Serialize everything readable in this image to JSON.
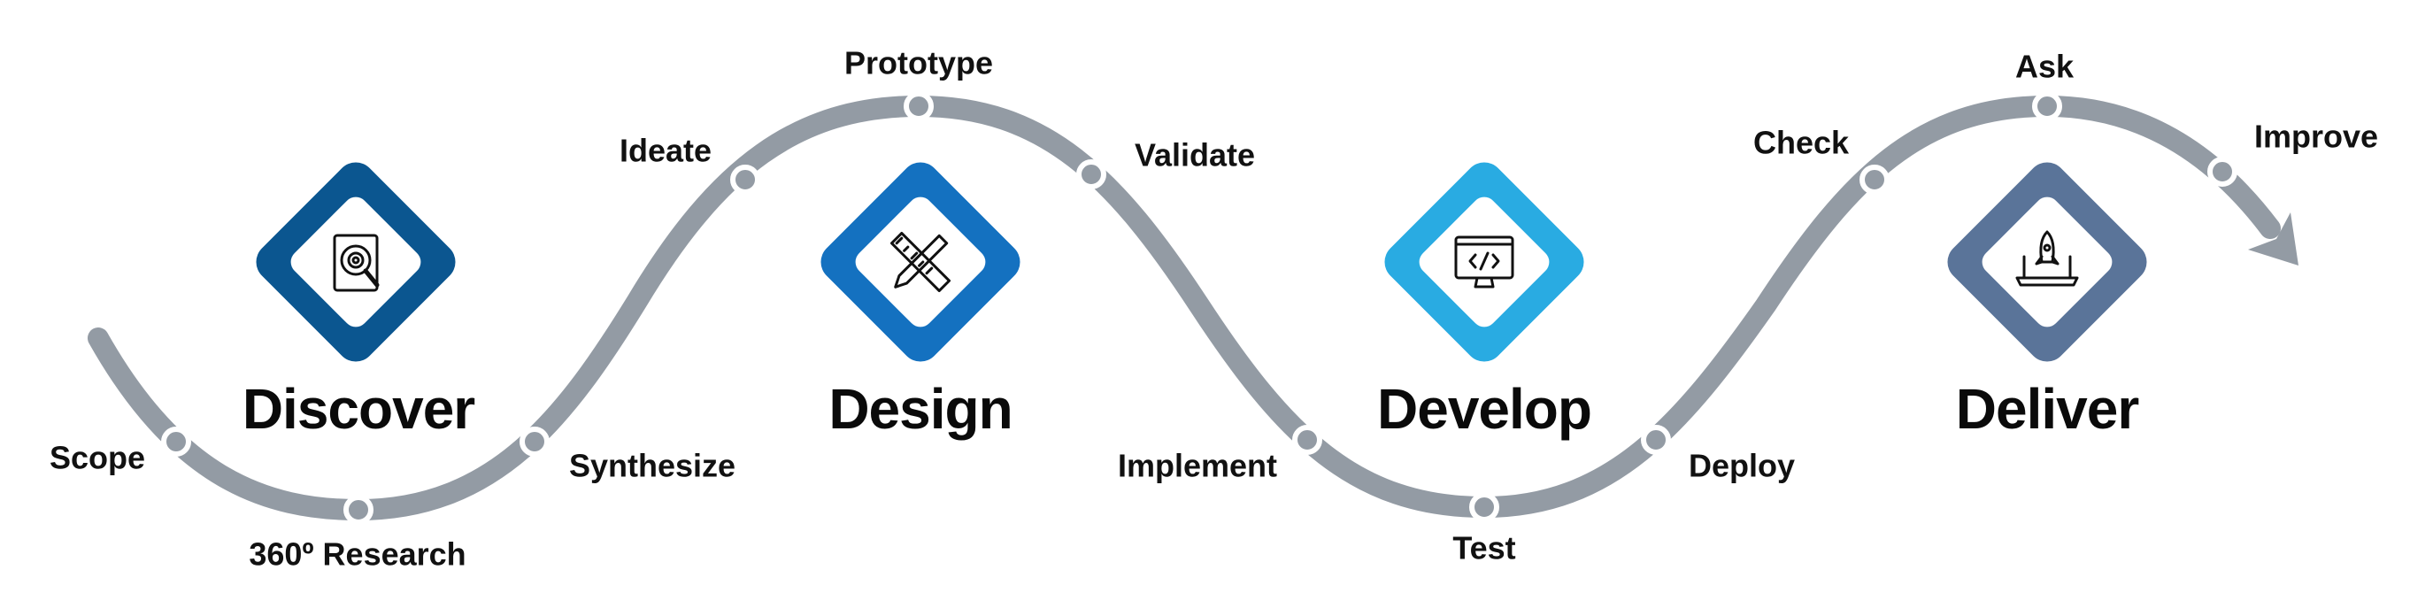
{
  "colors": {
    "path": "#939ba4",
    "discover": "#0b5690",
    "design": "#1471c0",
    "develop": "#29abe2",
    "deliver": "#5a7499"
  },
  "phases": [
    {
      "title": "Discover",
      "icon": "document-search-gear-icon"
    },
    {
      "title": "Design",
      "icon": "pencil-ruler-icon"
    },
    {
      "title": "Develop",
      "icon": "code-monitor-icon"
    },
    {
      "title": "Deliver",
      "icon": "rocket-laptop-icon"
    }
  ],
  "steps": [
    "Scope",
    "360º Research",
    "Synthesize",
    "Ideate",
    "Prototype",
    "Validate",
    "Implement",
    "Test",
    "Deploy",
    "Check",
    "Ask",
    "Improve"
  ]
}
